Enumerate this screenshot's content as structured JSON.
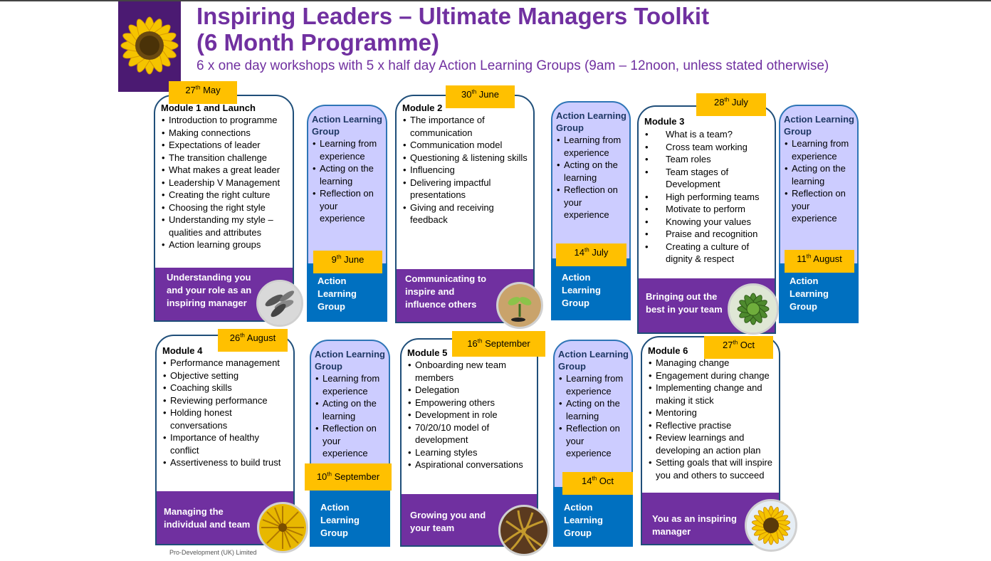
{
  "header": {
    "title_line1": "Inspiring Leaders – Ultimate Managers Toolkit",
    "title_line2": "(6 Month Programme)",
    "subtitle": "6 x one day workshops with 5 x half day Action Learning Groups (9am – 12noon, unless stated otherwise)"
  },
  "alg": {
    "title": "Action Learning Group",
    "items": [
      "Learning from experience",
      "Acting on the learning",
      "Reflection on your experience"
    ],
    "footer_line1": "Action",
    "footer_line2": "Learning",
    "footer_line3": "Group"
  },
  "modules": [
    {
      "title": "Module 1 and Launch",
      "date_day": "27",
      "date_suffix": "th",
      "date_month": "May",
      "items": [
        "Introduction to programme",
        "Making connections",
        "Expectations of leader",
        "The transition challenge",
        "What makes a great leader",
        "Leadership V Management",
        "Creating the right culture",
        "Choosing the right style",
        "Understanding my style – qualities and attributes",
        "Action learning groups"
      ],
      "footer": [
        "Understanding you",
        "and your role as an",
        "inspiring manager"
      ]
    },
    {
      "title": "Module 2",
      "date_day": "30",
      "date_suffix": "th",
      "date_month": "June",
      "items": [
        "The importance of communication",
        "Communication model",
        "Questioning & listening skills",
        "Influencing",
        "Delivering impactful presentations",
        "Giving and receiving feedback"
      ],
      "footer": [
        "Communicating to",
        "inspire and",
        "influence others"
      ]
    },
    {
      "title": "Module 3",
      "date_day": "28",
      "date_suffix": "th",
      "date_month": "July",
      "items": [
        "What is a team?",
        "Cross team working",
        "Team roles",
        "Team stages of Development",
        "High performing teams",
        "Motivate to perform",
        "Knowing your values",
        "Praise and recognition",
        "Creating a culture of dignity & respect"
      ],
      "footer": [
        "Bringing out the",
        "best in your team"
      ]
    },
    {
      "title": "Module 4",
      "date_day": "26",
      "date_suffix": "th",
      "date_month": "August",
      "items": [
        "Performance management",
        "Objective setting",
        "Coaching skills",
        "Reviewing performance",
        "Holding honest conversations",
        "Importance of healthy conflict",
        "Assertiveness to build trust"
      ],
      "footer": [
        "Managing the",
        "individual and team"
      ]
    },
    {
      "title": "Module 5",
      "date_day": "16",
      "date_suffix": "th",
      "date_month": "September",
      "items": [
        "Onboarding new team members",
        "Delegation",
        "Empowering others",
        "Development in role",
        "70/20/10 model of development",
        "Learning styles",
        "Aspirational conversations"
      ],
      "footer": [
        "Growing you and",
        "your team"
      ]
    },
    {
      "title": "Module 6",
      "date_day": "27",
      "date_suffix": "th",
      "date_month": "Oct",
      "items": [
        "Managing change",
        "Engagement during change",
        "Implementing change and making it stick",
        "Mentoring",
        "Reflective practise",
        "Review learnings and developing an action plan",
        "Setting goals that will inspire you and others to succeed"
      ],
      "footer": [
        "You as an inspiring",
        "manager"
      ]
    }
  ],
  "alg_dates": [
    {
      "day": "9",
      "suffix": "th",
      "month": "June"
    },
    {
      "day": "14",
      "suffix": "th",
      "month": "July"
    },
    {
      "day": "11",
      "suffix": "th",
      "month": "August"
    },
    {
      "day": "10",
      "suffix": "th",
      "month": "September"
    },
    {
      "day": "14",
      "suffix": "th",
      "month": "Oct"
    }
  ],
  "credit": "Pro-Development (UK) Limited",
  "colors": {
    "purple": "#7030a0",
    "blue": "#0070c0",
    "yellow": "#ffc000",
    "lavender": "#ccccff",
    "navy": "#1f4e79"
  },
  "images": [
    "sunflower-logo",
    "sunflower-seeds",
    "seedling",
    "sunflower-bud",
    "sunflower-closeup",
    "dried-stems",
    "sunflower-bloom"
  ]
}
